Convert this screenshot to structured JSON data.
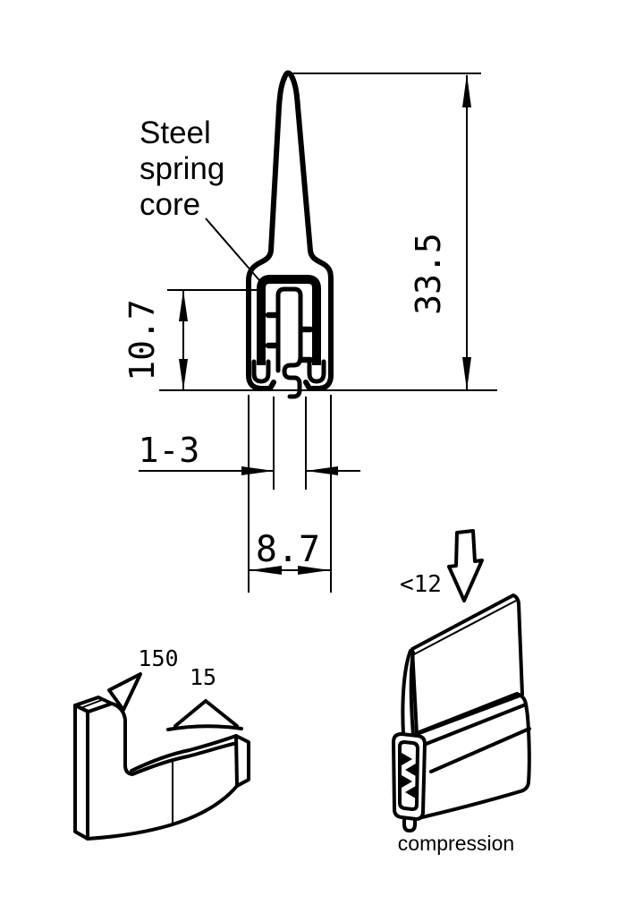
{
  "colors": {
    "line": "#000000",
    "background": "#ffffff"
  },
  "core_label": {
    "line1": "Steel",
    "line2": "spring",
    "line3": "core"
  },
  "dimensions": {
    "overall_height": "33.5",
    "clamp_height": "10.7",
    "grip_range": "1-3",
    "overall_width": "8.7"
  },
  "hook_view": {
    "radius_large": "150",
    "radius_small": "15"
  },
  "compression_view": {
    "max_compression": "<12",
    "caption": "compression"
  }
}
